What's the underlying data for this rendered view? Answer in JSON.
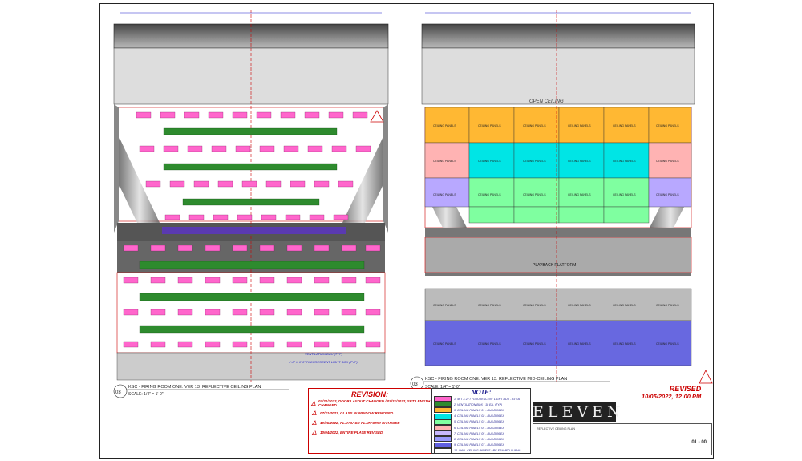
{
  "plan_left": {
    "number": "03",
    "title": "KSC - FIRING ROOM ONE: VER 13: REFLECTIVE CEILING PLAN",
    "scale": "SCALE: 1/4\" = 1'-0\"",
    "callouts": [
      "VENTILATION BOX (TYP)",
      "4'-0\" X 1'-0\" FLOURESCENT LIGHT BOX (TYP)"
    ]
  },
  "plan_right": {
    "number": "03",
    "title": "KSC - FIRING ROOM ONE: VER 13: REFLECTIVE MID-CEILING PLAN",
    "scale": "SCALE: 1/4\" = 1'-0\"",
    "open_ceiling": "OPEN CEILING",
    "playback_platform": "PLAYBACK PLATFORM",
    "panel_label": "CEILING PANELS"
  },
  "revision": {
    "title": "REVISION:",
    "items": [
      {
        "num": "1",
        "text": "07/21/2022, DOOR LAYOUT CHANGED / 07/21/2022, SET LENGTH CHANGED"
      },
      {
        "num": "3",
        "text": "07/21/2022, GLASS IN WINDOW REMOVED"
      },
      {
        "num": "9",
        "text": "10/05/2022, PLAYBACK PLATFORM CHANGED"
      },
      {
        "num": "10",
        "text": "10/04/2022, ENTIRE PLATE REVISED"
      }
    ]
  },
  "note": {
    "title": "NOTE:",
    "items": [
      {
        "color": "#ff66cc",
        "text": "1. 4FT X 2FT FLOURESCENT LIGHT BOX - 83 EA."
      },
      {
        "color": "#2e8b2e",
        "text": "2. VENTILATION BOX - 18 EA. (TYP)"
      },
      {
        "color": "#ffb833",
        "text": "3. CEILING PANELS 01 - BUILD 06 EA"
      },
      {
        "color": "#00e5e5",
        "text": "4. CEILING PANELS 02 - BUILD 06 EA"
      },
      {
        "color": "#7fffa0",
        "text": "5. CEILING PANELS 03 - BUILD 06 EA"
      },
      {
        "color": "#ffb3b3",
        "text": "6. CEILING PANELS 04 - BUILD 04 EA"
      },
      {
        "color": "#c8b8ff",
        "text": "7. CEILING PANELS 05 - BUILD 06 EA"
      },
      {
        "color": "#9a9aff",
        "text": "8. CEILING PANELS 06 - BUILD 06 EA"
      },
      {
        "color": "#6060e0",
        "text": "9. CEILING PANELS 07 - BUILD 06 EA"
      },
      {
        "color": "#ffffff",
        "text": "10. **ALL CEILING PANELS ARE FRAMED LUAN**"
      }
    ]
  },
  "revised": {
    "label": "REVISED",
    "date": "10/05/2022, 12:00 PM"
  },
  "logo": "ELEVEN",
  "titleblock": {
    "sheet": "01 - 00",
    "label": "REFLECTIVE CEILING PLAN"
  },
  "colors": {
    "pink": "#ff66cc",
    "green": "#2e8b2e",
    "orange": "#ffb833",
    "cyan": "#00e5e5",
    "mint": "#7fffa0",
    "rose": "#ffb3b3",
    "lavender": "#b8a8ff",
    "blue": "#7070e8",
    "red": "#cc0000",
    "dim": "#1a1acc"
  }
}
